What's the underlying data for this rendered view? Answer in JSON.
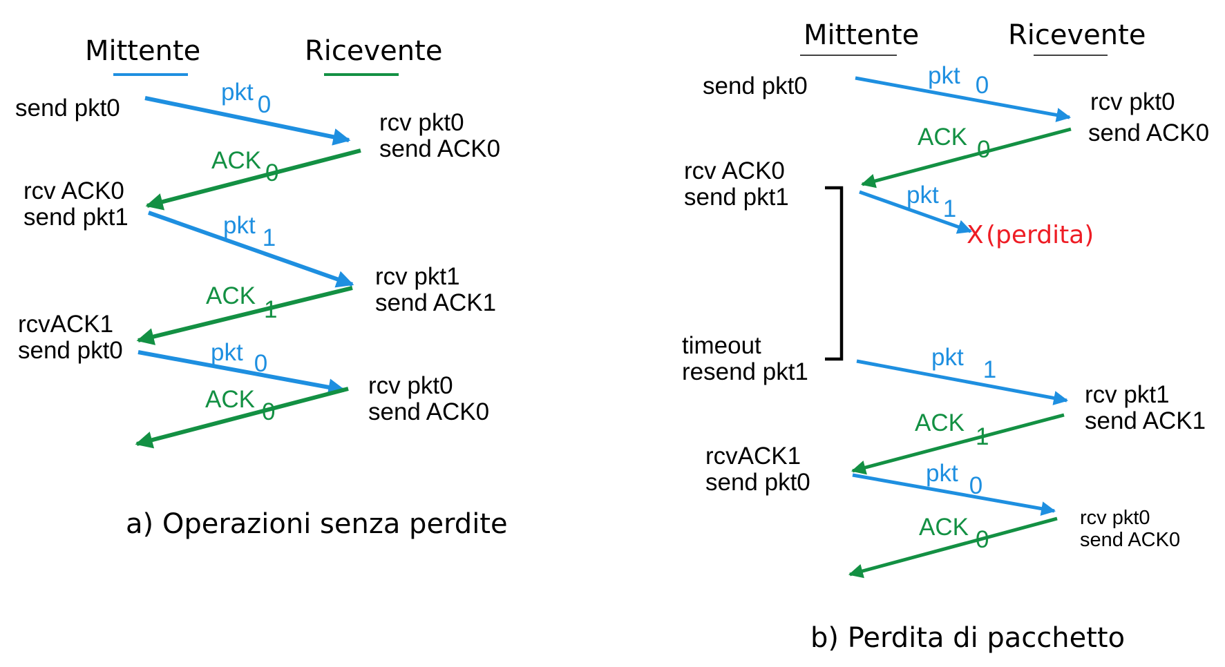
{
  "colors": {
    "blue": "#1e8fe0",
    "green": "#139043",
    "red": "#ee1c24",
    "black": "#000000"
  },
  "panel_a": {
    "sender_title": "Mittente",
    "receiver_title": "Ricevente",
    "caption": "a) Operazioni senza perdite",
    "sender_events": [
      [
        "send pkt0"
      ],
      [
        "rcv ACK0",
        "send pkt1"
      ],
      [
        "rcvACK1",
        "send pkt0"
      ]
    ],
    "receiver_events": [
      [
        "rcv pkt0",
        "send ACK0"
      ],
      [
        "rcv pkt1",
        "send ACK1"
      ],
      [
        "rcv pkt0",
        "send ACK0"
      ]
    ],
    "messages": [
      {
        "kind": "pkt",
        "label": "pkt",
        "sub": "0"
      },
      {
        "kind": "ack",
        "label": "ACK",
        "sub": "0"
      },
      {
        "kind": "pkt",
        "label": "pkt",
        "sub": "1"
      },
      {
        "kind": "ack",
        "label": "ACK",
        "sub": "1"
      },
      {
        "kind": "pkt",
        "label": "pkt",
        "sub": "0"
      },
      {
        "kind": "ack",
        "label": "ACK",
        "sub": "0"
      }
    ]
  },
  "panel_b": {
    "sender_title": "Mittente",
    "receiver_title": "Ricevente",
    "caption": "b) Perdita di pacchetto",
    "sender_events": [
      [
        "send pkt0"
      ],
      [
        "rcv ACK0",
        "send pkt1"
      ],
      [
        "timeout",
        "resend pkt1"
      ],
      [
        "rcvACK1",
        "send pkt0"
      ]
    ],
    "receiver_events": [
      [
        "rcv pkt0",
        "send ACK0"
      ],
      [
        "rcv pkt1",
        "send ACK1"
      ],
      [
        "rcv pkt0",
        "send ACK0"
      ]
    ],
    "messages": [
      {
        "kind": "pkt",
        "label": "pkt",
        "sub": "0"
      },
      {
        "kind": "ack",
        "label": "ACK",
        "sub": "0"
      },
      {
        "kind": "pkt",
        "label": "pkt",
        "sub": "1",
        "lost": true
      },
      {
        "kind": "pkt",
        "label": "pkt",
        "sub": "1"
      },
      {
        "kind": "ack",
        "label": "ACK",
        "sub": "1"
      },
      {
        "kind": "pkt",
        "label": "pkt",
        "sub": "0"
      },
      {
        "kind": "ack",
        "label": "ACK",
        "sub": "0"
      }
    ],
    "loss_mark": "X",
    "loss_text": "(perdita)"
  }
}
